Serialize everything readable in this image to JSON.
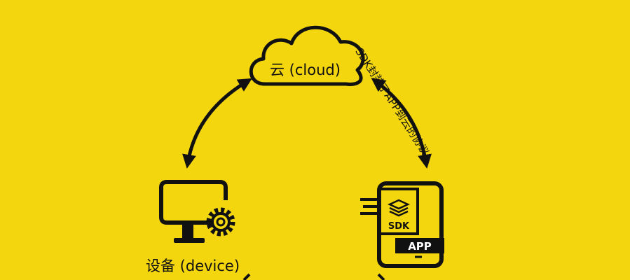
{
  "colors": {
    "background": "#F4D60F",
    "ink": "#111111",
    "badge_text": "#FFFFFF"
  },
  "nodes": {
    "cloud": {
      "label": "云 (cloud)",
      "icon": "cloud-icon"
    },
    "device": {
      "label": "设备 (device)",
      "icon": "computer-with-gear-icon"
    },
    "app": {
      "icon": "smartphone-icon",
      "sdk_badge": "SDK",
      "app_badge": "APP"
    }
  },
  "connections": {
    "device_cloud": {
      "type": "bidirectional-arrow"
    },
    "app_cloud": {
      "type": "bidirectional-arrow",
      "label": "SDK封装了APP到云的协议"
    }
  }
}
